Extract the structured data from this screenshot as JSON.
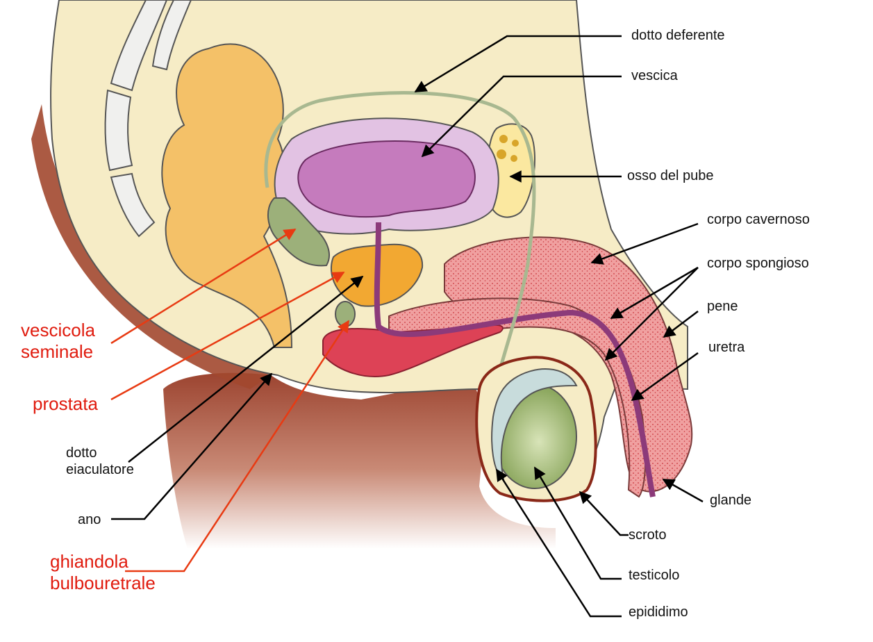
{
  "labels": {
    "dotto_deferente": "dotto deferente",
    "vescica": "vescica",
    "osso_del_pube": "osso del pube",
    "corpo_cavernoso": "corpo cavernoso",
    "corpo_spongioso": "corpo spongioso",
    "pene": "pene",
    "uretra": "uretra",
    "glande": "glande",
    "scroto": "scroto",
    "testicolo": "testicolo",
    "epididimo": "epididimo",
    "vescicola_seminale": [
      "vescicola",
      "seminale"
    ],
    "prostata": "prostata",
    "dotto_eiaculatore": [
      "dotto",
      "eiaculatore"
    ],
    "ano": "ano",
    "ghiandola_bulbouretrale": [
      "ghiandola",
      "bulbouretrale"
    ]
  },
  "colors": {
    "skin_body": "#f6ecc6",
    "lower_body": "#a04a32",
    "bladder": "#c57bbd",
    "bladder_wall": "#e2c2e3",
    "prostate": "#f2a832",
    "seminal_vesicle": "#9cb07a",
    "erectile_tissue": "#e88a8a",
    "urethra": "#8c3a7a",
    "testis": "#8aaa5a",
    "epididymis": "#c8dcdc",
    "bone": "#fbe8a0",
    "rectum": "#f4c168",
    "arrow_black": "#000000",
    "arrow_red": "#e83a12"
  }
}
